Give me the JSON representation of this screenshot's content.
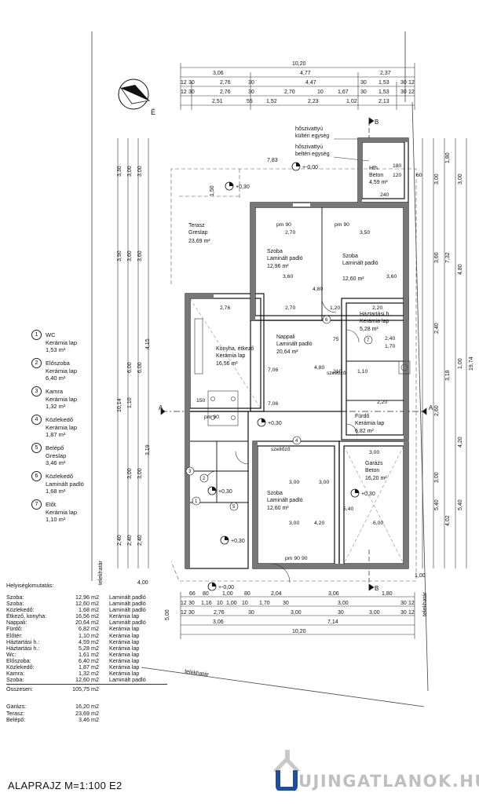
{
  "top_dims": {
    "total": "10,20",
    "row2": [
      "3,06",
      "4,77",
      "2,37"
    ],
    "row3": [
      "12",
      "30",
      "2,76",
      "30",
      "4,47",
      "30",
      "1,53",
      "30",
      "12"
    ],
    "row4": [
      "12",
      "30",
      "2,76",
      "30",
      "2,70",
      "10",
      "1,67",
      "30",
      "1,53",
      "30",
      "12"
    ],
    "row5": [
      "2,51",
      "55",
      "1,52",
      "2,23",
      "1,02",
      "2,13"
    ]
  },
  "north_label": "É",
  "equipment": {
    "outdoor_unit": [
      "hőszivattyú",
      "kültéri egység"
    ],
    "indoor_unit": [
      "hőszivattyú",
      "beltéri egység"
    ]
  },
  "section_markers": {
    "B": "B",
    "A": "A"
  },
  "levels": {
    "zero": "+-0,00",
    "plus30": "+0,30"
  },
  "rooms": {
    "terasz": {
      "name": "Terasz",
      "floor": "Greslap",
      "area": "23,69 m²"
    },
    "szoba1": {
      "name": "Szoba",
      "floor": "Laminált padló",
      "area": "12,96 m²"
    },
    "szoba2": {
      "name": "Szoba",
      "floor": "Laminált padló",
      "area": "12,60 m²"
    },
    "hth": {
      "name": "Hth.",
      "floor": "Beton",
      "area": "4,59 m²"
    },
    "haztartasi": {
      "name": "Háztartási h.",
      "floor": "Kerámia lap",
      "area": "5,28 m²"
    },
    "konyha": {
      "name": "Konyha, étkező",
      "floor": "Kerámia lap",
      "area": "16,56 m²"
    },
    "nappali": {
      "name": "Nappali",
      "floor": "Laminált padló",
      "area": "20,64 m²"
    },
    "furdo": {
      "name": "Fürdő",
      "floor": "Kerámia lap",
      "area": "6,82 m²"
    },
    "garazs": {
      "name": "Garázs",
      "floor": "Beton",
      "area": "16,20 m²"
    },
    "szoba3": {
      "name": "Szoba",
      "floor": "Laminált padló",
      "area": "12,60 m²"
    }
  },
  "interior_labels": {
    "pm90": "pm 90",
    "szellozo": "szellőző",
    "telekhatar": "telekhatár",
    "dims_a": [
      "2,70",
      "3,50",
      "2,76",
      "2,70",
      "7,06",
      "7,06",
      "3,00",
      "3,00",
      "3,00",
      "6,00",
      "3,00",
      "4,20",
      "4,80",
      "4,80",
      "3,60",
      "3,60",
      "5,40",
      "2,20",
      "2,20",
      "1,10",
      "1,20",
      "2,40",
      "1,70",
      "75",
      "210",
      "60",
      "90",
      "120",
      "150",
      "180",
      "240"
    ]
  },
  "right_dims": {
    "outer": "19,74",
    "mid": [
      "1,80",
      "7,32",
      "3,18",
      "4,02"
    ],
    "col1": [
      "3,00",
      "3,60",
      "2,40",
      "2,60",
      "3,00",
      "5,40"
    ],
    "col2": [
      "3,00",
      "4,80",
      "1,00",
      "4,20",
      "5,40"
    ]
  },
  "left_dims": {
    "outer": "10,14",
    "col_a": [
      "3,30",
      "3,90",
      "4,15",
      "3,19",
      "2,40"
    ],
    "col_b": [
      "3,00",
      "3,60",
      "6,00",
      "1,10",
      "3,00",
      "2,40"
    ],
    "col_c": [
      "3,00",
      "3,60",
      "6,00",
      "3,00",
      "2,40"
    ]
  },
  "outside_dims": {
    "d783": "7,83",
    "d150": "1,50",
    "d400": "4,00",
    "d500": "5,00",
    "d100": "1,00"
  },
  "bottom_dims": {
    "row1": [
      "66",
      "80",
      "1,00",
      "80",
      "2,04",
      "3,06",
      "1,80"
    ],
    "row2": [
      "12",
      "30",
      "1,16",
      "10",
      "1,00",
      "10",
      "1,70",
      "30",
      "3,00",
      "30",
      "12"
    ],
    "row3": [
      "12",
      "30",
      "2,76",
      "30",
      "3,00",
      "30",
      "3,00",
      "30",
      "12"
    ],
    "row4": [
      "3,06",
      "7,14"
    ],
    "total": "10,20"
  },
  "legend": [
    {
      "n": "1",
      "name": "WC",
      "floor": "Kerámia lap",
      "area": "1,53 m²"
    },
    {
      "n": "2",
      "name": "Előszoba",
      "floor": "Kerámia lap",
      "area": "6,40 m²"
    },
    {
      "n": "3",
      "name": "Kamra",
      "floor": "Kerámia lap",
      "area": "1,32 m²"
    },
    {
      "n": "4",
      "name": "Közlekedő",
      "floor": "Kerámia lap",
      "area": "1,87 m²"
    },
    {
      "n": "5",
      "name": "Belépő",
      "floor": "Greslap",
      "area": "3,46 m²"
    },
    {
      "n": "6",
      "name": "Közlekedő",
      "floor": "Laminált padló",
      "area": "1,68 m²"
    },
    {
      "n": "7",
      "name": "Előt.",
      "floor": "Kerámia lap",
      "area": "1,10 m²"
    }
  ],
  "area_table": {
    "title": "Helyiségkimutatás:",
    "rows": [
      [
        "Szoba:",
        "12,96 m2",
        "Laminált padló"
      ],
      [
        "Szoba:",
        "12,60 m2",
        "Laminált padló"
      ],
      [
        "Közlekedő:",
        "1,68 m2",
        "Laminált padló"
      ],
      [
        "Étkező, konyha:",
        "16,56 m2",
        "Kerámia lap"
      ],
      [
        "Nappali:",
        "20,64 m2",
        "Laminált padló"
      ],
      [
        "Fürdő:",
        "6,82 m2",
        "Kerámia lap"
      ],
      [
        "Előtér:",
        "1,10 m2",
        "Kerámia lap"
      ],
      [
        "Háztartási h.:",
        "4,59 m2",
        "Kerámia lap"
      ],
      [
        "Háztartási h.:",
        "5,28 m2",
        "Kerámia lap"
      ],
      [
        "Wc:",
        "1,61 m2",
        "Kerámia lap"
      ],
      [
        "Előszoba:",
        "6,40 m2",
        "Kerámia lap"
      ],
      [
        "Közlekedő:",
        "1,87 m2",
        "Kerámia lap"
      ],
      [
        "Kamra:",
        "1,32 m2",
        "Kerámia lap"
      ],
      [
        "Szoba:",
        "12,60 m2",
        "Laminált padló"
      ]
    ],
    "total": [
      "Összesen:",
      "105,75 m2"
    ],
    "extra": [
      [
        "Garázs:",
        "16,20 m2"
      ],
      [
        "Terasz:",
        "23,69 m2"
      ],
      [
        "Belépő:",
        "3,46 m2"
      ]
    ]
  },
  "title": "ALAPRAJZ M=1:100 E2",
  "watermark": "UJINGATLANOK.HU"
}
